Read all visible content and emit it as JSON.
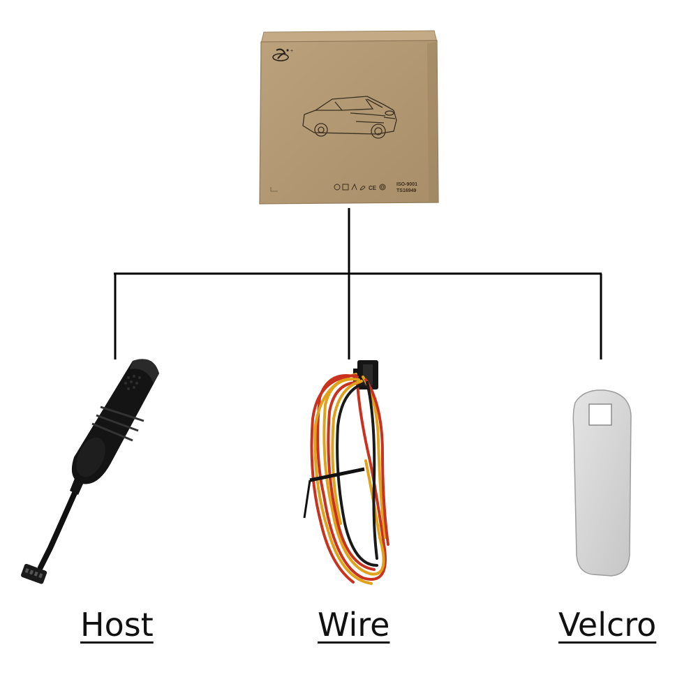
{
  "package": {
    "cert_line1": "ISO-9001",
    "cert_line2": "TS16949"
  },
  "items": [
    {
      "id": "host",
      "label": "Host"
    },
    {
      "id": "wire",
      "label": "Wire"
    },
    {
      "id": "velcro",
      "label": "Velcro"
    }
  ],
  "colors": {
    "box_kraft": "#b49a74",
    "box_edge": "#9d8461",
    "connector_line": "#000000",
    "wire_red": "#c8321e",
    "wire_yellow": "#e0a21a",
    "wire_black": "#1a1a1a",
    "velcro_gray": "#d8d8d8"
  }
}
